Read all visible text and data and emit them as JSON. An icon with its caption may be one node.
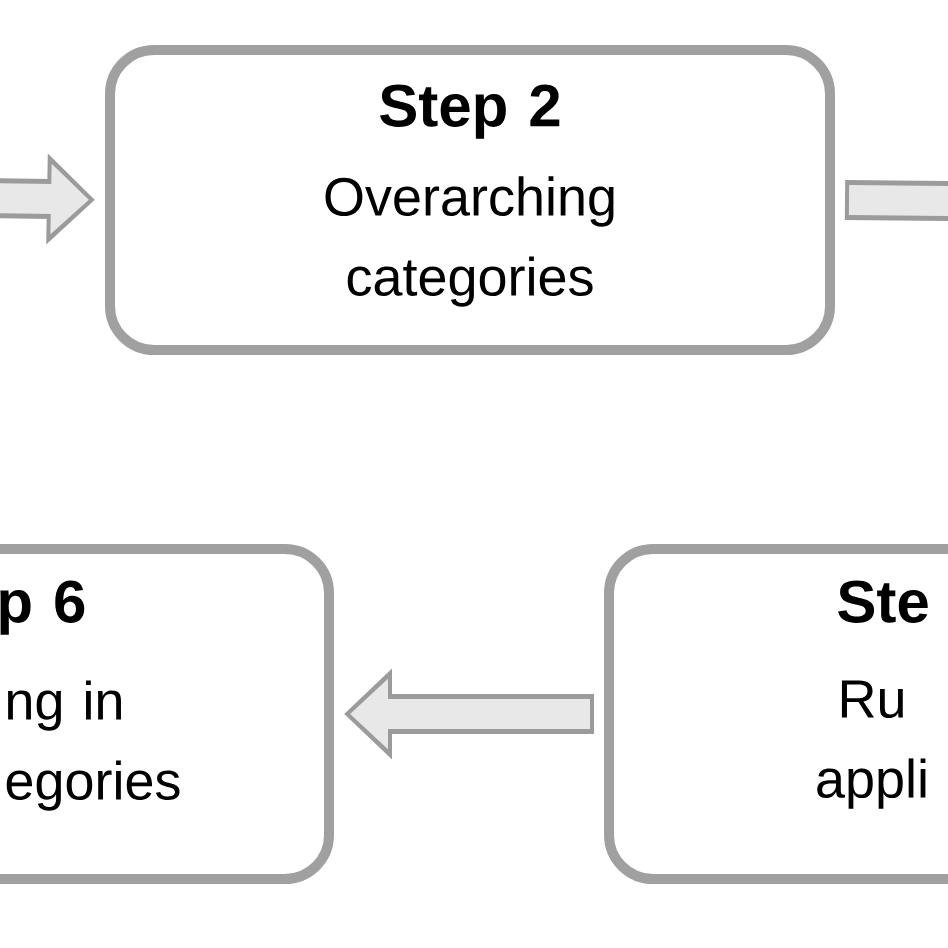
{
  "diagram": {
    "nodes": [
      {
        "text": [
          "Step 2",
          "Overarching categories"
        ]
      },
      {
        "text": [
          "p 6",
          "ng in egories"
        ]
      },
      {
        "text": [
          "Ste",
          "Ru appli"
        ]
      }
    ],
    "edges": [
      {
        "from": null,
        "to": 0,
        "arrow": "to"
      },
      {
        "from": 0,
        "to": null,
        "arrow": "none"
      },
      {
        "from": 2,
        "to": 1,
        "arrow": "to"
      }
    ]
  }
}
